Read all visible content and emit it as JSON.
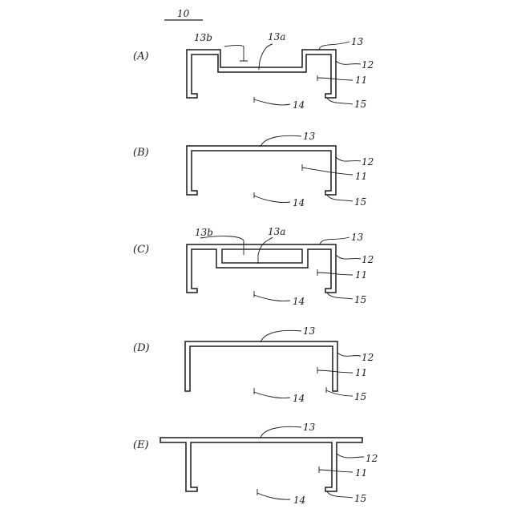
{
  "figure": {
    "number": "10",
    "panels": [
      {
        "label": "(A)",
        "refs": {
          "r13b": "13b",
          "r13a": "13a",
          "r13": "13",
          "r12": "12",
          "r11": "11",
          "r14": "14",
          "r15": "15"
        }
      },
      {
        "label": "(B)",
        "refs": {
          "r13": "13",
          "r12": "12",
          "r11": "11",
          "r14": "14",
          "r15": "15"
        }
      },
      {
        "label": "(C)",
        "refs": {
          "r13b": "13b",
          "r13a": "13a",
          "r13": "13",
          "r12": "12",
          "r11": "11",
          "r14": "14",
          "r15": "15"
        }
      },
      {
        "label": "(D)",
        "refs": {
          "r13": "13",
          "r12": "12",
          "r11": "11",
          "r14": "14",
          "r15": "15"
        }
      },
      {
        "label": "(E)",
        "refs": {
          "r13": "13",
          "r12": "12",
          "r11": "11",
          "r14": "14",
          "r15": "15"
        }
      }
    ]
  }
}
